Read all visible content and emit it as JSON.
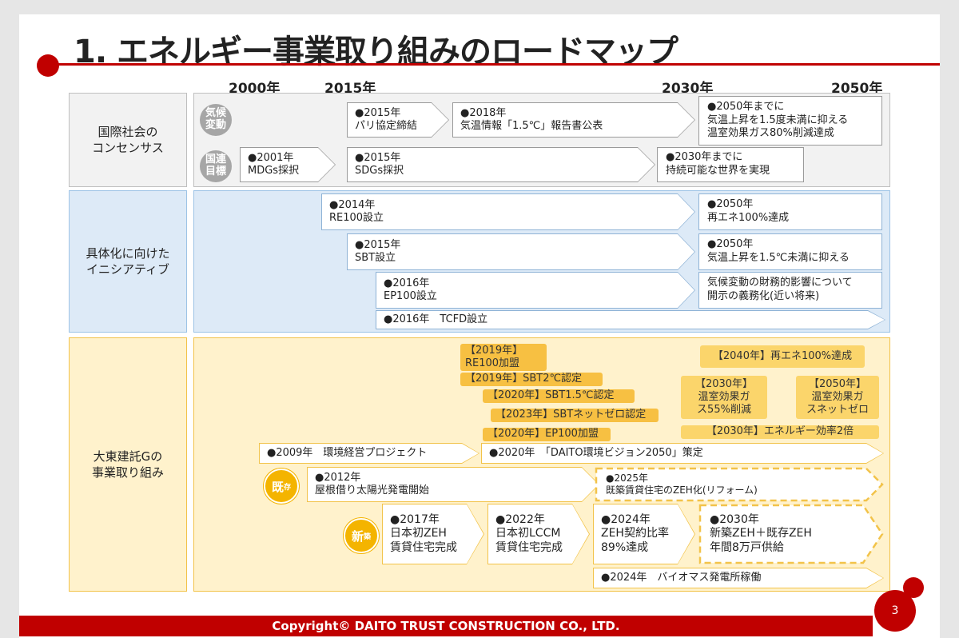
{
  "title": "1. エネルギー事業取り組みのロードマップ",
  "years": [
    "2000年",
    "2015年",
    "2030年",
    "2050年"
  ],
  "rows": {
    "consensus": {
      "label": "国際社会の\nコンセンサス",
      "climate_badge": "気候\n変動",
      "un_badge": "国連\n目標",
      "paris": [
        "●2015年",
        "パリ協定締結"
      ],
      "ipcc": [
        "●2018年",
        "気温情報「1.5℃」報告書公表"
      ],
      "target_2050": [
        "●2050年までに",
        "気温上昇を1.5度未満に抑える",
        "温室効果ガス80%削減達成"
      ],
      "mdgs": [
        "●2001年",
        "MDGs採択"
      ],
      "sdgs": [
        "●2015年",
        "SDGs採択"
      ],
      "target_2030": [
        "●2030年までに",
        "持続可能な世界を実現"
      ]
    },
    "initiatives": {
      "label": "具体化に向けた\nイニシアティブ",
      "re100": [
        "●2014年",
        "RE100設立"
      ],
      "re100_goal": [
        "●2050年",
        "再エネ100%達成"
      ],
      "sbt": [
        "●2015年",
        "SBT設立"
      ],
      "sbt_goal": [
        "●2050年",
        "気温上昇を1.5℃未満に抑える"
      ],
      "ep100": [
        "●2016年",
        "EP100設立"
      ],
      "ep100_goal": [
        "気候変動の財務的影響について",
        "開示の義務化(近い将来)"
      ],
      "tcfd": "●2016年　TCFD設立"
    },
    "daito": {
      "label": "大東建託Gの\n事業取り組み",
      "tags": {
        "re100_join": [
          "【2019年】",
          "RE100加盟"
        ],
        "sbt2": "【2019年】SBT2℃認定",
        "sbt15": "【2020年】SBT1.5℃認定",
        "sbtzero": "【2023年】SBTネットゼロ認定",
        "ep100_join": "【2020年】EP100加盟",
        "re100_2040": "【2040年】再エネ100%達成",
        "ghg_2030": [
          "【2030年】",
          "温室効果ガ",
          "ス55%削減"
        ],
        "ghg_2050": [
          "【2050年】",
          "温室効果ガ",
          "スネットゼロ"
        ],
        "energy_2030": "【2030年】エネルギー効率2倍"
      },
      "env_project": "●2009年　環境経営プロジェクト",
      "vision": "●2020年　「DAITO環境ビジョン2050」策定",
      "existing_badge": "既",
      "existing_badge_small": "存",
      "rooftop": [
        "●2012年",
        "屋根借り太陽光発電開始"
      ],
      "zeh_reform": [
        "●2025年",
        "既築賃貸住宅のZEH化(リフォーム)"
      ],
      "new_badge": "新",
      "new_badge_small": "築",
      "zeh2017": [
        "●2017年",
        "日本初ZEH",
        "賃貸住宅完成"
      ],
      "lccm2022": [
        "●2022年",
        "日本初LCCM",
        "賃貸住宅完成"
      ],
      "zeh2024": [
        "●2024年",
        "ZEH契約比率",
        "89%達成"
      ],
      "zeh2030": [
        "●2030年",
        "新築ZEH＋既存ZEH",
        "年間8万戸供給"
      ],
      "biomass": "●2024年　バイオマス発電所稼働"
    }
  },
  "footer": "Copyright© DAITO TRUST CONSTRUCTION CO., LTD.",
  "page_number": "3",
  "colors": {
    "accent": "#c00000",
    "gray_panel": "#f2f2f2",
    "blue_panel": "#ddeaf7",
    "yellow_panel": "#fff2cc",
    "tag": "#f7c042"
  }
}
